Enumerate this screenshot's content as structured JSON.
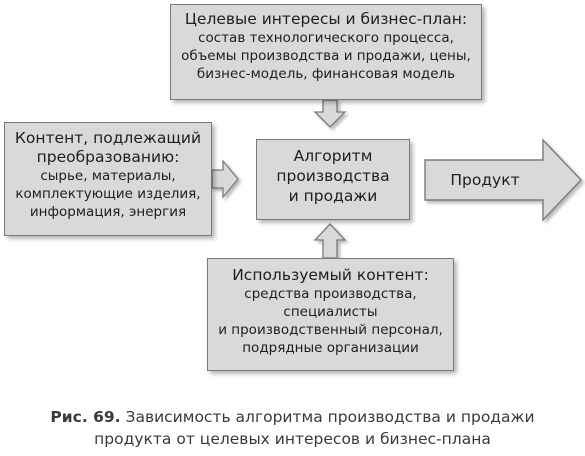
{
  "goals": {
    "title": "Целевые интересы и бизнес-план:",
    "lines": [
      "состав технологического процесса,",
      "объемы производства и продажи, цены,",
      "бизнес-модель, финансовая модель"
    ]
  },
  "content_input": {
    "title_lines": [
      "Контент, подлежащий",
      "преобразованию:"
    ],
    "lines": [
      "сырье, материалы,",
      "комплектующие изделия,",
      "информация, энергия"
    ]
  },
  "algorithm": {
    "lines": [
      "Алгоритм",
      "производства",
      "и продажи"
    ]
  },
  "product": {
    "label": "Продукт"
  },
  "used_content": {
    "title": "Используемый контент:",
    "lines": [
      "средства производства,",
      "специалисты",
      "и производственный персонал,",
      "подрядные организации"
    ]
  },
  "caption": {
    "figure": "Рис. 69.",
    "line1": "Зависимость алгоритма производства и продажи",
    "line2": "продукта от целевых интересов и бизнес-плана"
  },
  "colors": {
    "box_fill": "#d9d9d9",
    "box_border": "#7a7a7a",
    "text": "#1e1e1e"
  }
}
